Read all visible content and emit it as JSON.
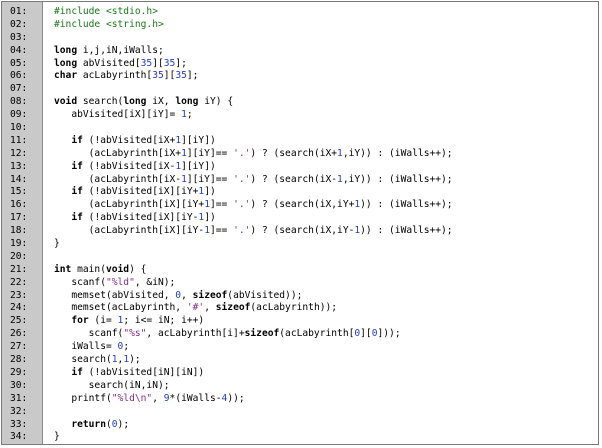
{
  "title": "",
  "lines": [
    {
      "no": "01:",
      "tokens": [
        {
          "t": "#include <stdio.h>",
          "c": "pp"
        }
      ]
    },
    {
      "no": "02:",
      "tokens": [
        {
          "t": "#include <string.h>",
          "c": "pp"
        }
      ]
    },
    {
      "no": "03:",
      "tokens": []
    },
    {
      "no": "04:",
      "tokens": [
        {
          "t": "long",
          "c": "kw"
        },
        {
          "t": " i,j,iN,iWalls;",
          "c": ""
        }
      ]
    },
    {
      "no": "05:",
      "tokens": [
        {
          "t": "long",
          "c": "kw"
        },
        {
          "t": " abVisited[",
          "c": ""
        },
        {
          "t": "35",
          "c": "num"
        },
        {
          "t": "][",
          "c": ""
        },
        {
          "t": "35",
          "c": "num"
        },
        {
          "t": "];",
          "c": ""
        }
      ]
    },
    {
      "no": "06:",
      "tokens": [
        {
          "t": "char",
          "c": "kw"
        },
        {
          "t": " acLabyrinth[",
          "c": ""
        },
        {
          "t": "35",
          "c": "num"
        },
        {
          "t": "][",
          "c": ""
        },
        {
          "t": "35",
          "c": "num"
        },
        {
          "t": "];",
          "c": ""
        }
      ]
    },
    {
      "no": "07:",
      "tokens": []
    },
    {
      "no": "08:",
      "tokens": [
        {
          "t": "void",
          "c": "kw"
        },
        {
          "t": " search(",
          "c": ""
        },
        {
          "t": "long",
          "c": "kw"
        },
        {
          "t": " iX, ",
          "c": ""
        },
        {
          "t": "long",
          "c": "kw"
        },
        {
          "t": " iY) {",
          "c": ""
        }
      ]
    },
    {
      "no": "09:",
      "tokens": [
        {
          "t": "   abVisited[iX][iY]= ",
          "c": ""
        },
        {
          "t": "1",
          "c": "num"
        },
        {
          "t": ";",
          "c": ""
        }
      ]
    },
    {
      "no": "10:",
      "tokens": []
    },
    {
      "no": "11:",
      "tokens": [
        {
          "t": "   ",
          "c": ""
        },
        {
          "t": "if",
          "c": "kw"
        },
        {
          "t": " (!abVisited[iX+",
          "c": ""
        },
        {
          "t": "1",
          "c": "num"
        },
        {
          "t": "][iY])",
          "c": ""
        }
      ]
    },
    {
      "no": "12:",
      "tokens": [
        {
          "t": "      (acLabyrinth[iX+",
          "c": ""
        },
        {
          "t": "1",
          "c": "num"
        },
        {
          "t": "][iY]== ",
          "c": ""
        },
        {
          "t": "'.'",
          "c": "ch"
        },
        {
          "t": ") ? (search(iX+",
          "c": ""
        },
        {
          "t": "1",
          "c": "num"
        },
        {
          "t": ",iY)) : (iWalls++);",
          "c": ""
        }
      ]
    },
    {
      "no": "13:",
      "tokens": [
        {
          "t": "   ",
          "c": ""
        },
        {
          "t": "if",
          "c": "kw"
        },
        {
          "t": " (!abVisited[iX-",
          "c": ""
        },
        {
          "t": "1",
          "c": "num"
        },
        {
          "t": "][iY])",
          "c": ""
        }
      ]
    },
    {
      "no": "14:",
      "tokens": [
        {
          "t": "      (acLabyrinth[iX-",
          "c": ""
        },
        {
          "t": "1",
          "c": "num"
        },
        {
          "t": "][iY]== ",
          "c": ""
        },
        {
          "t": "'.'",
          "c": "ch"
        },
        {
          "t": ") ? (search(iX-",
          "c": ""
        },
        {
          "t": "1",
          "c": "num"
        },
        {
          "t": ",iY)) : (iWalls++);",
          "c": ""
        }
      ]
    },
    {
      "no": "15:",
      "tokens": [
        {
          "t": "   ",
          "c": ""
        },
        {
          "t": "if",
          "c": "kw"
        },
        {
          "t": " (!abVisited[iX][iY+",
          "c": ""
        },
        {
          "t": "1",
          "c": "num"
        },
        {
          "t": "])",
          "c": ""
        }
      ]
    },
    {
      "no": "16:",
      "tokens": [
        {
          "t": "      (acLabyrinth[iX][iY+",
          "c": ""
        },
        {
          "t": "1",
          "c": "num"
        },
        {
          "t": "]== ",
          "c": ""
        },
        {
          "t": "'.'",
          "c": "ch"
        },
        {
          "t": ") ? (search(iX,iY+",
          "c": ""
        },
        {
          "t": "1",
          "c": "num"
        },
        {
          "t": ")) : (iWalls++);",
          "c": ""
        }
      ]
    },
    {
      "no": "17:",
      "tokens": [
        {
          "t": "   ",
          "c": ""
        },
        {
          "t": "if",
          "c": "kw"
        },
        {
          "t": " (!abVisited[iX][iY-",
          "c": ""
        },
        {
          "t": "1",
          "c": "num"
        },
        {
          "t": "])",
          "c": ""
        }
      ]
    },
    {
      "no": "18:",
      "tokens": [
        {
          "t": "      (acLabyrinth[iX][iY-",
          "c": ""
        },
        {
          "t": "1",
          "c": "num"
        },
        {
          "t": "]== ",
          "c": ""
        },
        {
          "t": "'.'",
          "c": "ch"
        },
        {
          "t": ") ? (search(iX,iY-",
          "c": ""
        },
        {
          "t": "1",
          "c": "num"
        },
        {
          "t": ")) : (iWalls++);",
          "c": ""
        }
      ]
    },
    {
      "no": "19:",
      "tokens": [
        {
          "t": "}",
          "c": ""
        }
      ]
    },
    {
      "no": "20:",
      "tokens": []
    },
    {
      "no": "21:",
      "tokens": [
        {
          "t": "int",
          "c": "kw"
        },
        {
          "t": " main(",
          "c": ""
        },
        {
          "t": "void",
          "c": "kw"
        },
        {
          "t": ") {",
          "c": ""
        }
      ]
    },
    {
      "no": "22:",
      "tokens": [
        {
          "t": "   scanf(",
          "c": ""
        },
        {
          "t": "\"%ld\"",
          "c": "str"
        },
        {
          "t": ", &iN);",
          "c": ""
        }
      ]
    },
    {
      "no": "23:",
      "tokens": [
        {
          "t": "   memset(abVisited, ",
          "c": ""
        },
        {
          "t": "0",
          "c": "num"
        },
        {
          "t": ", ",
          "c": ""
        },
        {
          "t": "sizeof",
          "c": "kw"
        },
        {
          "t": "(abVisited));",
          "c": ""
        }
      ]
    },
    {
      "no": "24:",
      "tokens": [
        {
          "t": "   memset(acLabyrinth, ",
          "c": ""
        },
        {
          "t": "'#'",
          "c": "ch"
        },
        {
          "t": ", ",
          "c": ""
        },
        {
          "t": "sizeof",
          "c": "kw"
        },
        {
          "t": "(acLabyrinth));",
          "c": ""
        }
      ]
    },
    {
      "no": "25:",
      "tokens": [
        {
          "t": "   ",
          "c": ""
        },
        {
          "t": "for",
          "c": "kw"
        },
        {
          "t": " (i= ",
          "c": ""
        },
        {
          "t": "1",
          "c": "num"
        },
        {
          "t": "; i<= iN; i++)",
          "c": ""
        }
      ]
    },
    {
      "no": "26:",
      "tokens": [
        {
          "t": "      scanf(",
          "c": ""
        },
        {
          "t": "\"%s\"",
          "c": "str"
        },
        {
          "t": ", acLabyrinth[i]+",
          "c": ""
        },
        {
          "t": "sizeof",
          "c": "kw"
        },
        {
          "t": "(acLabyrinth[",
          "c": ""
        },
        {
          "t": "0",
          "c": "num"
        },
        {
          "t": "][",
          "c": ""
        },
        {
          "t": "0",
          "c": "num"
        },
        {
          "t": "]));",
          "c": ""
        }
      ]
    },
    {
      "no": "27:",
      "tokens": [
        {
          "t": "   iWalls= ",
          "c": ""
        },
        {
          "t": "0",
          "c": "num"
        },
        {
          "t": ";",
          "c": ""
        }
      ]
    },
    {
      "no": "28:",
      "tokens": [
        {
          "t": "   search(",
          "c": ""
        },
        {
          "t": "1",
          "c": "num"
        },
        {
          "t": ",",
          "c": ""
        },
        {
          "t": "1",
          "c": "num"
        },
        {
          "t": ");",
          "c": ""
        }
      ]
    },
    {
      "no": "29:",
      "tokens": [
        {
          "t": "   ",
          "c": ""
        },
        {
          "t": "if",
          "c": "kw"
        },
        {
          "t": " (!abVisited[iN][iN])",
          "c": ""
        }
      ]
    },
    {
      "no": "30:",
      "tokens": [
        {
          "t": "      search(iN,iN);",
          "c": ""
        }
      ]
    },
    {
      "no": "31:",
      "tokens": [
        {
          "t": "   printf(",
          "c": ""
        },
        {
          "t": "\"%ld\\n\"",
          "c": "str"
        },
        {
          "t": ", ",
          "c": ""
        },
        {
          "t": "9",
          "c": "num"
        },
        {
          "t": "*(iWalls-",
          "c": ""
        },
        {
          "t": "4",
          "c": "num"
        },
        {
          "t": "));",
          "c": ""
        }
      ]
    },
    {
      "no": "32:",
      "tokens": []
    },
    {
      "no": "33:",
      "tokens": [
        {
          "t": "   ",
          "c": ""
        },
        {
          "t": "return",
          "c": "kw"
        },
        {
          "t": "(",
          "c": ""
        },
        {
          "t": "0",
          "c": "num"
        },
        {
          "t": ");",
          "c": ""
        }
      ]
    },
    {
      "no": "34:",
      "tokens": [
        {
          "t": "}",
          "c": ""
        }
      ]
    }
  ],
  "colors": {
    "gutter": "#c9c9c9",
    "preprocessor": "#1a7a1a",
    "string": "#8b2c8b",
    "number": "#1f3fbf"
  }
}
